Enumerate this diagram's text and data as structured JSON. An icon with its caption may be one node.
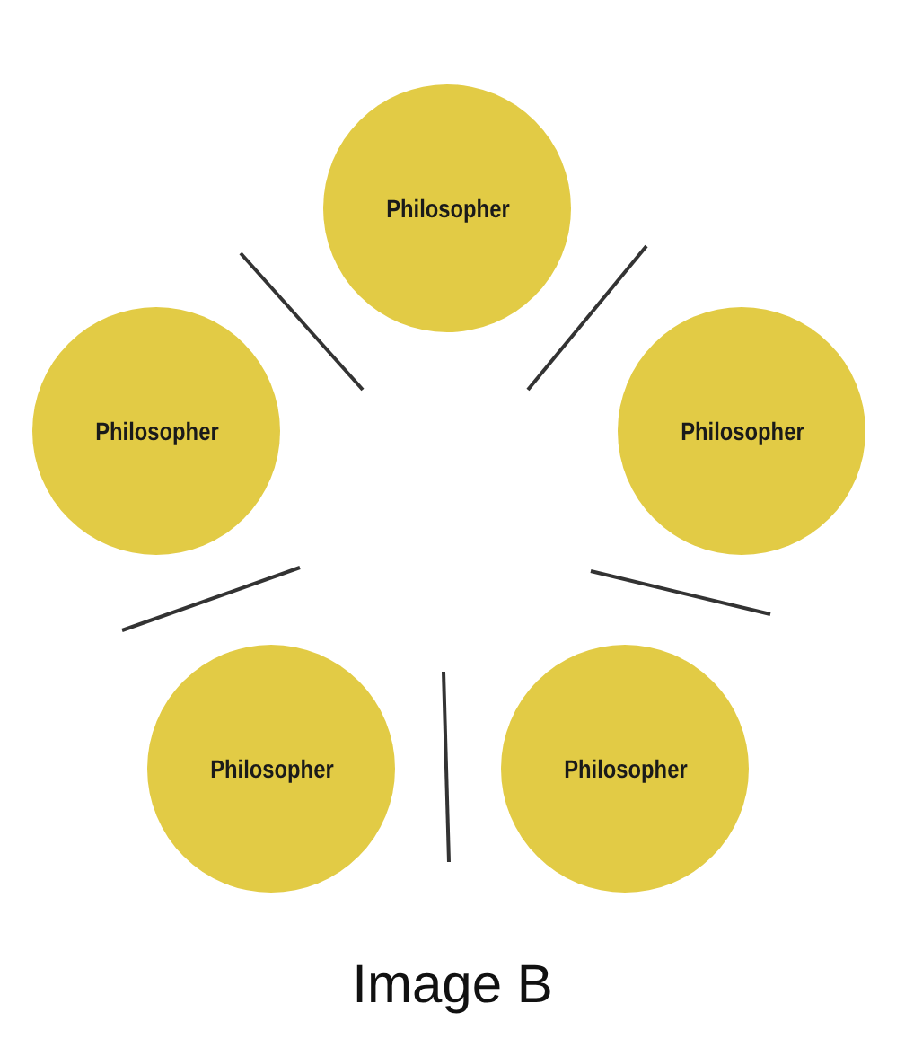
{
  "diagram": {
    "caption": "Image B",
    "nodes": [
      {
        "text": [
          "Philosopher"
        ]
      },
      {
        "text": [
          "Philosopher"
        ]
      },
      {
        "text": [
          "Philosopher"
        ]
      },
      {
        "text": [
          "Philosopher"
        ]
      },
      {
        "text": [
          "Philosopher"
        ]
      }
    ]
  }
}
